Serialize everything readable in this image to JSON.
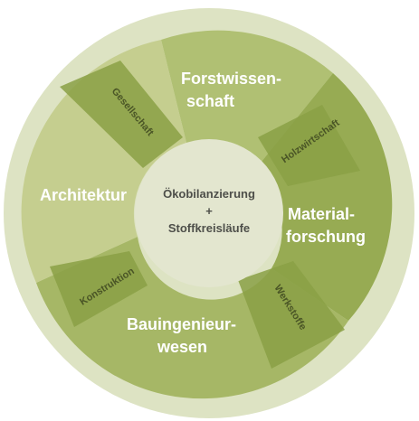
{
  "colors": {
    "outer_ring": "#dde3c3",
    "sector_light": "#c5ce8f",
    "sector_mid": "#b0c073",
    "sector_base": "#a6b766",
    "sector_dark": "#97ab53",
    "band": "#8aa045",
    "center": "#e3e6cf",
    "sector_text": "#ffffff",
    "band_text": "#4a5526",
    "center_text": "#4e4f4a"
  },
  "center": {
    "line1": "Ökobilanzierung",
    "line2": "+",
    "line3": "Stoffkreisläufe"
  },
  "sectors": {
    "forstwissenschaft": {
      "line1": "Forstwissen-",
      "line2": "schaft"
    },
    "materialforschung": {
      "line1": "Material-",
      "line2": "forschung"
    },
    "bauingenieurwesen": {
      "line1": "Bauingenieur-",
      "line2": "wesen"
    },
    "architektur": {
      "line1": "Architektur"
    }
  },
  "bands": {
    "gesellschaft": "Gesellschaft",
    "holzwirtschaft": "Holzwirtschaft",
    "werkstoffe": "Werkstoffe",
    "konstruktion": "Konstruktion"
  }
}
